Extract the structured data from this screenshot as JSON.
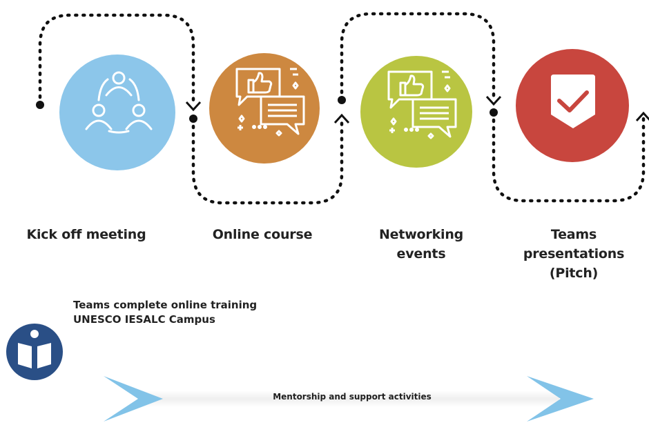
{
  "steps": [
    {
      "label": "Kick off meeting",
      "label_lines": [
        "Kick off meeting"
      ],
      "color": "#8cc6ea",
      "icon": "people-network-icon"
    },
    {
      "label": "Online course",
      "label_lines": [
        "Online course"
      ],
      "color": "#cd8840",
      "icon": "thumbs-up-chat-icon"
    },
    {
      "label": "Networking events",
      "label_lines": [
        "Networking",
        "events"
      ],
      "color": "#b9c542",
      "icon": "thumbs-up-chat-icon"
    },
    {
      "label": "Teams presentations (Pitch)",
      "label_lines": [
        "Teams presentations",
        "(Pitch)"
      ],
      "color": "#c8463e",
      "icon": "shield-check-icon"
    }
  ],
  "note": {
    "lines": [
      "Teams complete online training",
      "UNESCO IESALC Campus"
    ],
    "icon": "open-book-icon",
    "icon_color": "#2a4f86"
  },
  "banner": {
    "text": "Mentorship and support activities",
    "arrow_color": "#82c3e8"
  }
}
